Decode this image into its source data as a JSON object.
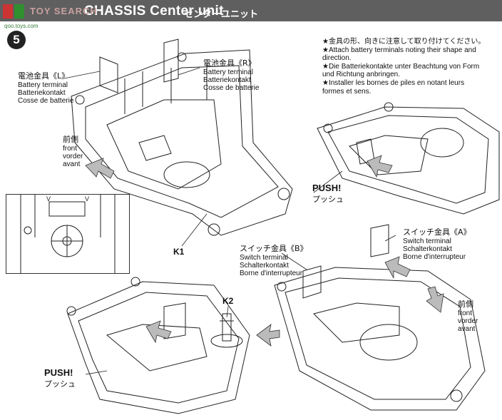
{
  "header": {
    "title": "CHASSIS Center unit",
    "title_jp": "センターユニット",
    "watermark_text": "TOY SEARCH",
    "watermark_site": "qoo.toys.com"
  },
  "step": {
    "number": "5"
  },
  "labels": {
    "left_terminal": {
      "jp": "電池金具《L》",
      "en": "Battery terminal",
      "de": "Batteriekontakt",
      "fr": "Cosse de batterie"
    },
    "right_terminal": {
      "jp": "電池金具《R》",
      "en": "Battery terminal",
      "de": "Batteriekontakt",
      "fr": "Cosse de batterie"
    },
    "front_left": {
      "jp": "前側",
      "en": "front",
      "de": "vorder",
      "fr": "avant"
    },
    "front_right": {
      "jp": "前側",
      "en": "front",
      "de": "vorder",
      "fr": "avant"
    },
    "switch_a": {
      "jp": "スイッチ金具《A》",
      "en": "Switch terminal",
      "de": "Schalterkontakt",
      "fr": "Borne d'interrupteur"
    },
    "switch_b": {
      "jp": "スイッチ金具《B》",
      "en": "Switch terminal",
      "de": "Schalterkontakt",
      "fr": "Borne d'interrupteur"
    }
  },
  "note": {
    "jp": "★金具の形、向きに注意して取り付けてください。",
    "en1": "★Attach battery terminals noting their shape and",
    "en2": "direction.",
    "de1": "★Die Batteriekontakte unter Beachtung von Form",
    "de2": "und Richtung anbringen.",
    "fr1": "★Installer les bornes de piles en notant leurs",
    "fr2": "formes et sens."
  },
  "push_top": {
    "en": "PUSH!",
    "jp": "プッシュ"
  },
  "push_bottom": {
    "en": "PUSH!",
    "jp": "プッシュ"
  },
  "parts": {
    "k1": "K1",
    "k2": "K2"
  },
  "inset": {
    "tick_left": "V",
    "tick_right": "V"
  }
}
